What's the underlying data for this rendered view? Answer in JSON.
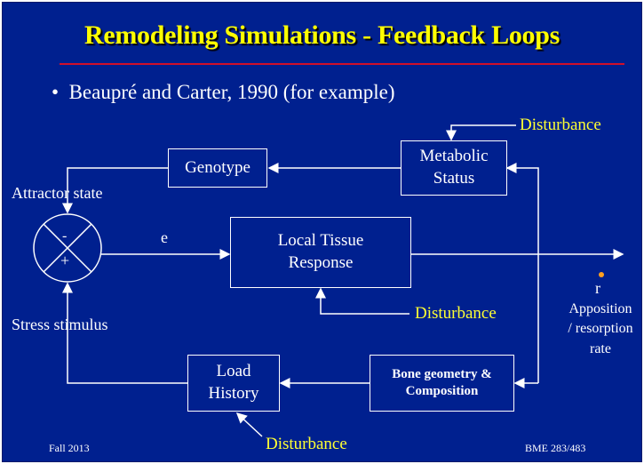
{
  "title": "Remodeling Simulations - Feedback Loops",
  "bullet": "Beaupré and Carter, 1990 (for example)",
  "diagram": {
    "boxes": {
      "genotype": "Genotype",
      "metabolic": [
        "Metabolic",
        "Status"
      ],
      "local_tissue": [
        "Local Tissue",
        "Response"
      ],
      "load_history": [
        "Load",
        "History"
      ],
      "bone_geometry": [
        "Bone geometry  &",
        "Composition"
      ]
    },
    "labels": {
      "attractor": "Attractor state",
      "stress": "Stress stimulus",
      "error": "e",
      "minus": "-",
      "plus": "+",
      "rate_symbol": "r",
      "output": [
        "Apposition",
        "/ resorption",
        "rate"
      ]
    },
    "disturbance": "Disturbance"
  },
  "footer": {
    "left": "Fall 2013",
    "right": "BME 283/483"
  },
  "colors": {
    "background": "#00208f",
    "title": "#ffff00",
    "rule": "#d0102a",
    "disturbance": "#ffff33"
  }
}
